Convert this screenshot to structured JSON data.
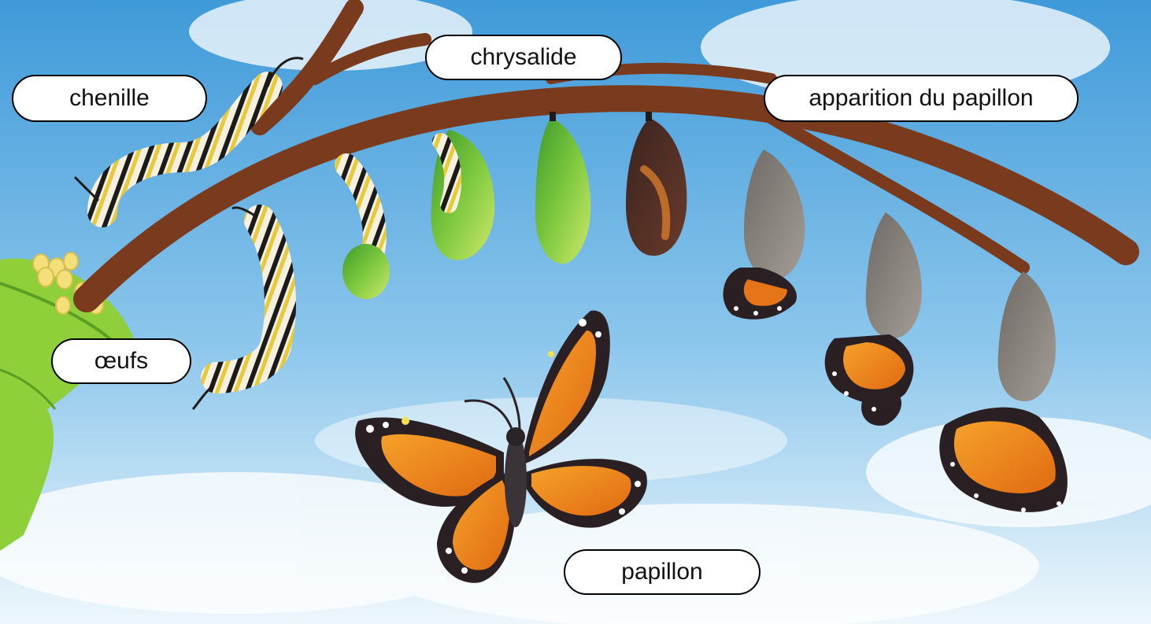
{
  "labels": {
    "chenille": "chenille",
    "chrysalide": "chrysalide",
    "apparition": "apparition du papillon",
    "oeufs": "œufs",
    "papillon": "papillon"
  },
  "colors": {
    "sky_top": "#3f9ad9",
    "sky_bottom": "#e8f4fb",
    "branch": "#7a3a1e",
    "leaf": "#8fcf3a",
    "egg": "#f3e07a",
    "chrysalis_green": "#5fb83a",
    "chrysalis_dark": "#4a2a22",
    "wing_orange": "#f08a1c",
    "wing_black": "#2a2024"
  },
  "icons": [
    "leaf-icon",
    "egg-icon",
    "caterpillar-icon",
    "chrysalis-icon",
    "butterfly-icon"
  ]
}
